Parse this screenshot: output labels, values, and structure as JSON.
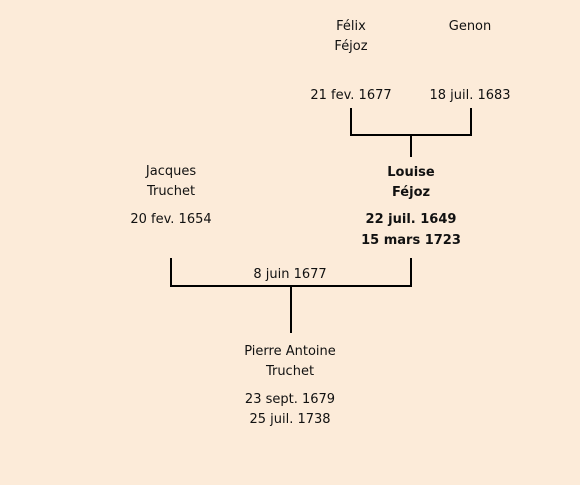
{
  "people": {
    "felix": {
      "first": "Félix",
      "last": "Féjoz",
      "birth": "21 fev. 1677"
    },
    "genon": {
      "first": "Genon",
      "birth": "18 juil. 1683"
    },
    "jacques": {
      "first": "Jacques",
      "last": "Truchet",
      "birth": "20 fev. 1654"
    },
    "louise": {
      "first": "Louise",
      "last": "Féjoz",
      "birth": "22 juil. 1649",
      "death": "15 mars 1723"
    },
    "pierre": {
      "first": "Pierre Antoine",
      "last": "Truchet",
      "birth": "23 sept. 1679",
      "death": "25 juil. 1738"
    }
  },
  "marriage": {
    "date": "8 juin 1677"
  }
}
